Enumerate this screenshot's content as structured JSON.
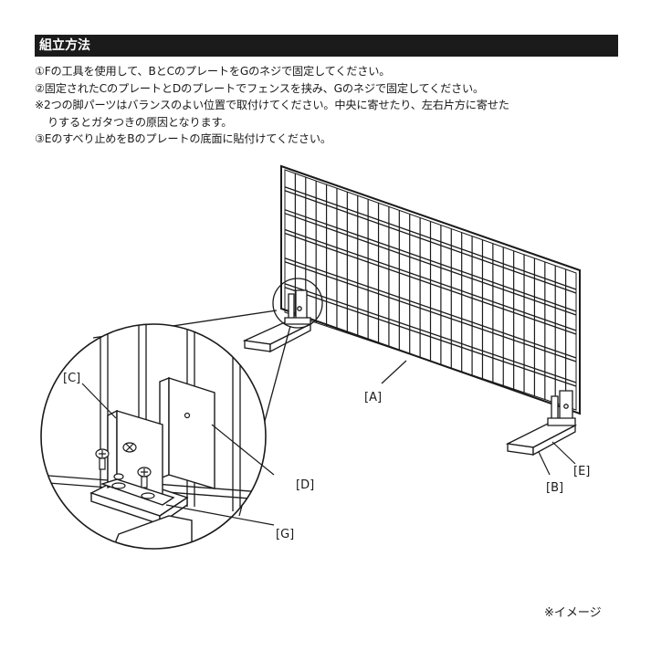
{
  "title": "組立方法",
  "instructions": [
    "①Fの工具を使用して、BとCのプレートをGのネジで固定してください。",
    "②固定されたCのプレートとDのプレートでフェンスを挟み、Gのネジで固定してください。",
    "※2つの脚パーツはバランスのよい位置で取付けてください。中央に寄せたり、左右片方に寄せた",
    "りするとガタつきの原因となります。",
    "③Eのすべり止めをBのプレートの底面に貼付けてください。"
  ],
  "labels": {
    "A": "[A]",
    "B": "[B]",
    "C": "[C]",
    "D": "[D]",
    "E": "[E]",
    "G": "[G]"
  },
  "note": "※イメージ"
}
